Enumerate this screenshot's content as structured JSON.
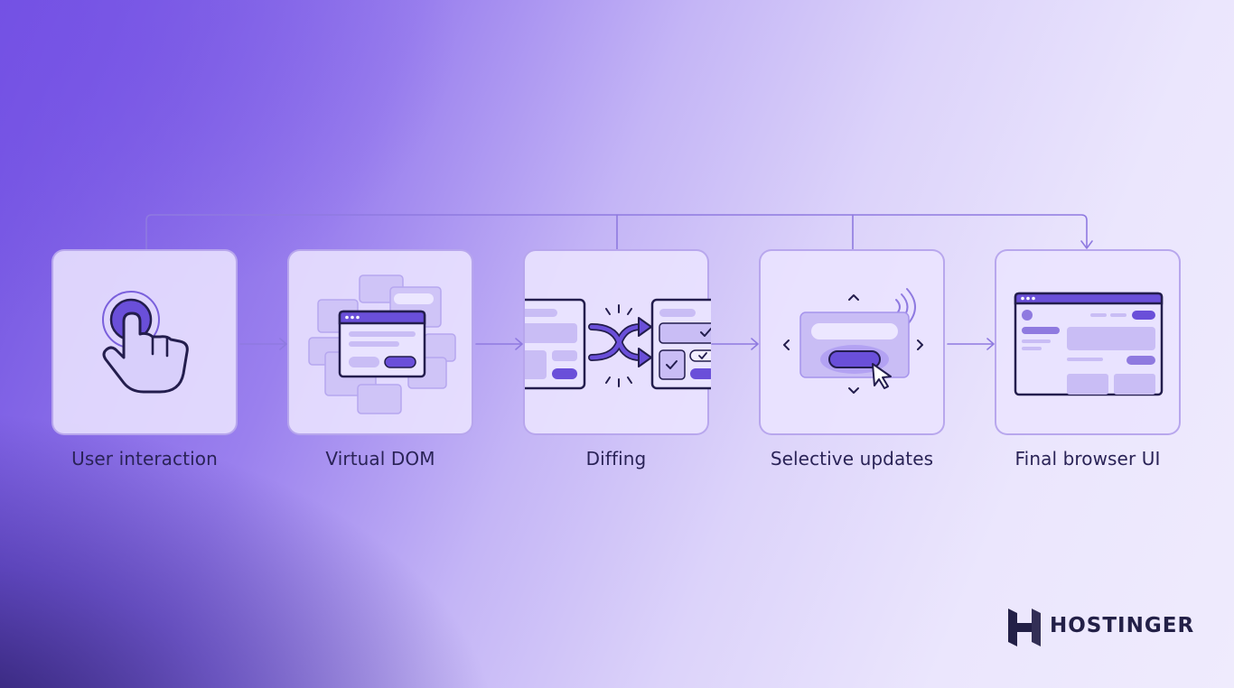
{
  "steps": [
    {
      "id": "user-interaction",
      "label": "User interaction",
      "icon": "tap-hand-icon"
    },
    {
      "id": "virtual-dom",
      "label": "Virtual DOM",
      "icon": "layered-windows-icon"
    },
    {
      "id": "diffing",
      "label": "Diffing",
      "icon": "shuffle-compare-icon"
    },
    {
      "id": "selective-updates",
      "label": "Selective updates",
      "icon": "cursor-button-update-icon"
    },
    {
      "id": "final-browser-ui",
      "label": "Final browser UI",
      "icon": "browser-window-icon"
    }
  ],
  "brand": {
    "name": "HOSTINGER",
    "logo": "hostinger-logo-icon"
  },
  "colors": {
    "accent": "#6a4fd9",
    "accent_dark": "#2a2357",
    "card_bg": "#eae4ff",
    "card_border": "#b2a0eb",
    "icon_fill_light": "#c9bdf5"
  }
}
